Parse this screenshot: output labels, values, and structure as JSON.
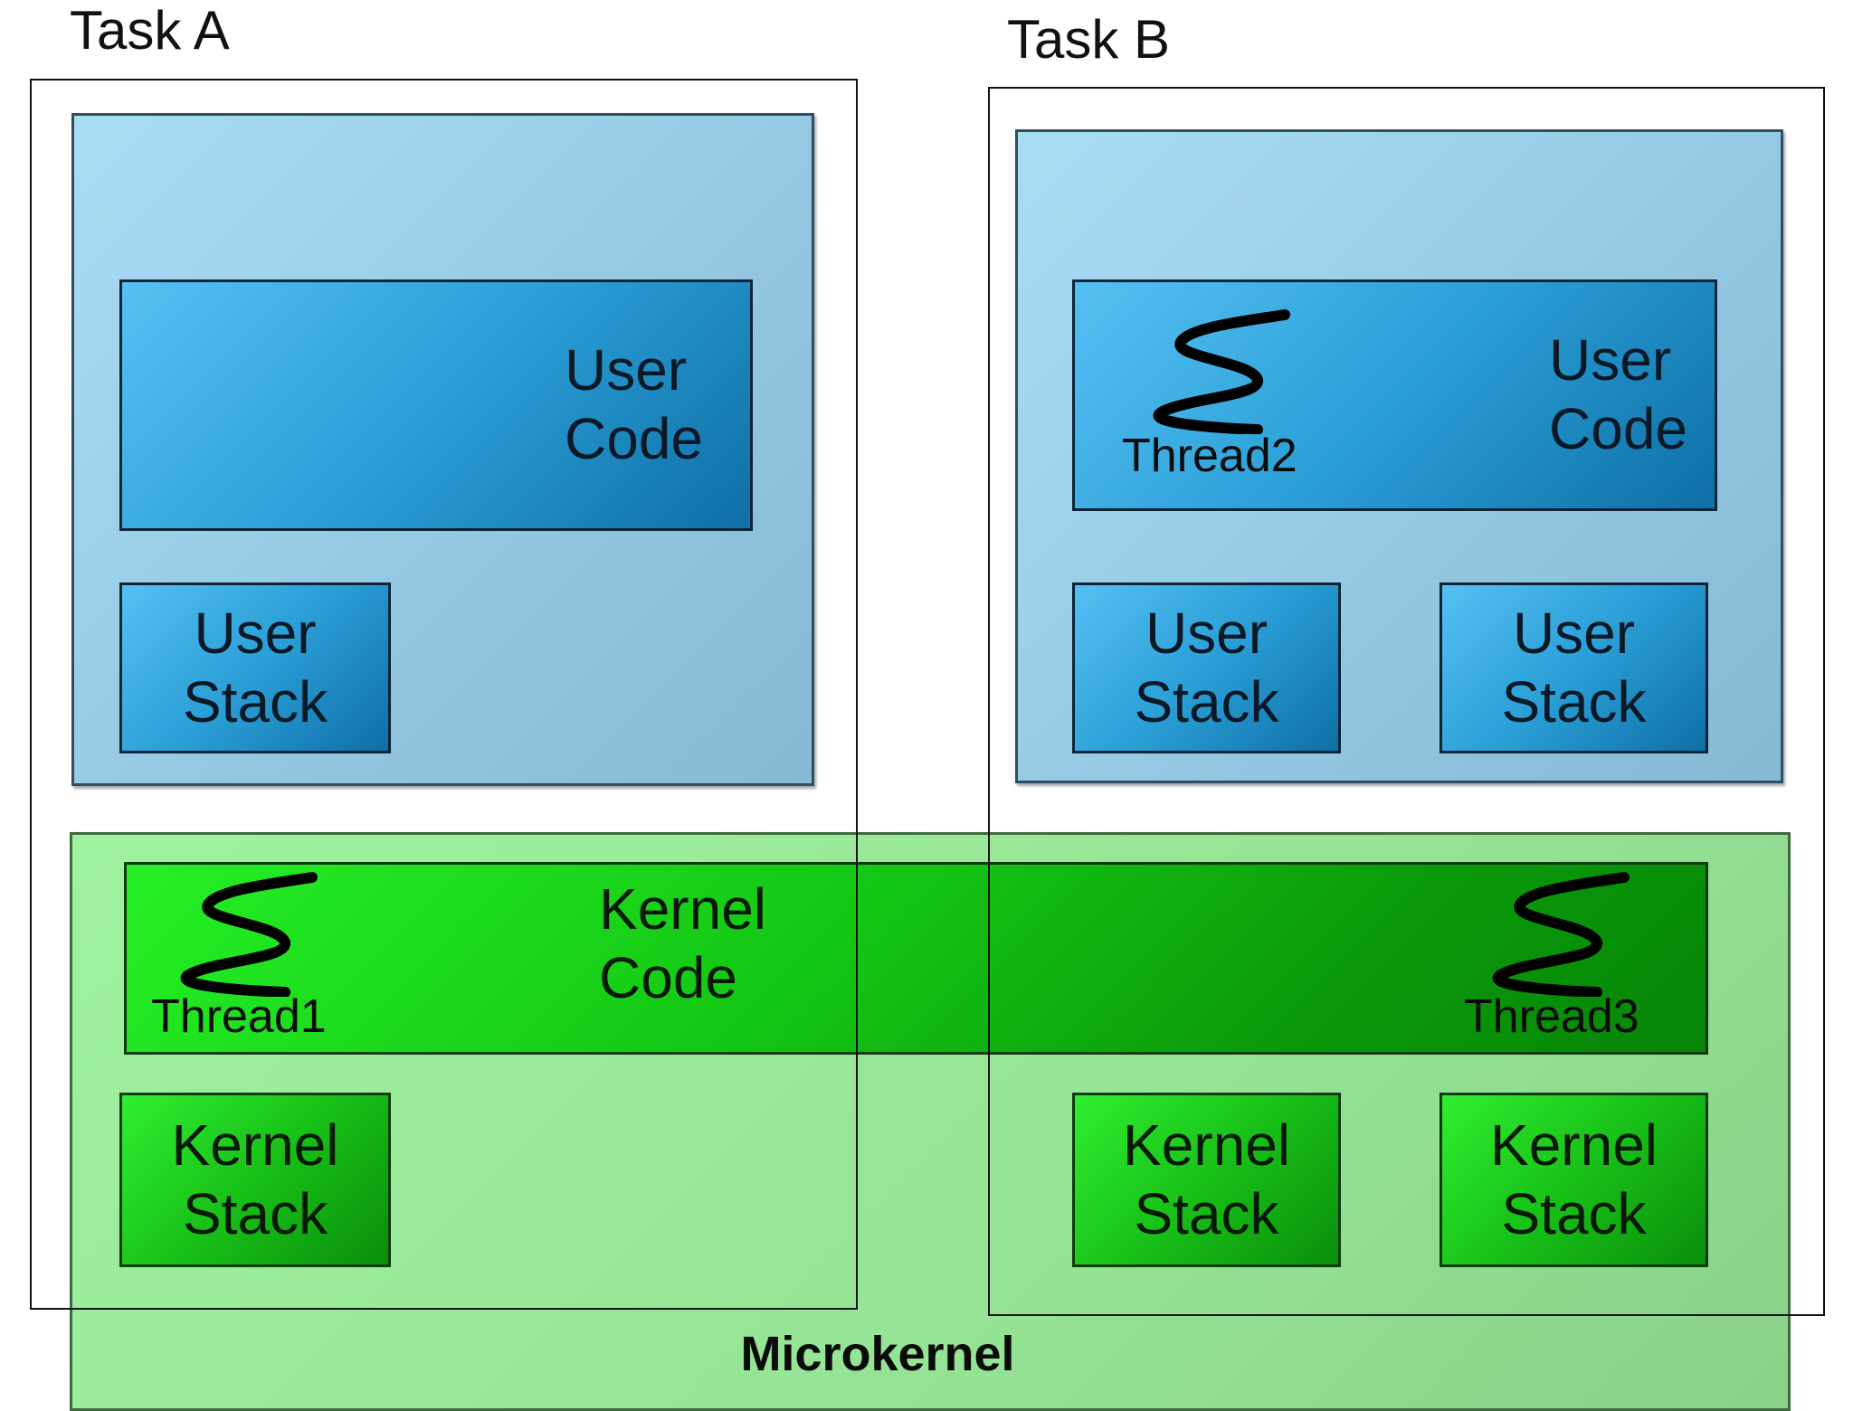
{
  "tasks": [
    {
      "label": "Task A",
      "user_code": {
        "line1": "User",
        "line2": "Code"
      },
      "user_stacks": [
        {
          "line1": "User",
          "line2": "Stack"
        }
      ]
    },
    {
      "label": "Task B",
      "user_code": {
        "line1": "User",
        "line2": "Code",
        "thread": "Thread2"
      },
      "user_stacks": [
        {
          "line1": "User",
          "line2": "Stack"
        },
        {
          "line1": "User",
          "line2": "Stack"
        }
      ]
    }
  ],
  "kernel": {
    "label": "Microkernel",
    "kernel_code": {
      "line1": "Kernel",
      "line2": "Code"
    },
    "threads": [
      "Thread1",
      "Thread3"
    ],
    "kernel_stacks": [
      {
        "line1": "Kernel",
        "line2": "Stack"
      },
      {
        "line1": "Kernel",
        "line2": "Stack"
      },
      {
        "line1": "Kernel",
        "line2": "Stack"
      }
    ]
  },
  "colors": {
    "user_space": "#9fd3ee",
    "user_block": "#2a9fd6",
    "kernel_space": "#90e390",
    "kernel_block": "#18c018"
  }
}
